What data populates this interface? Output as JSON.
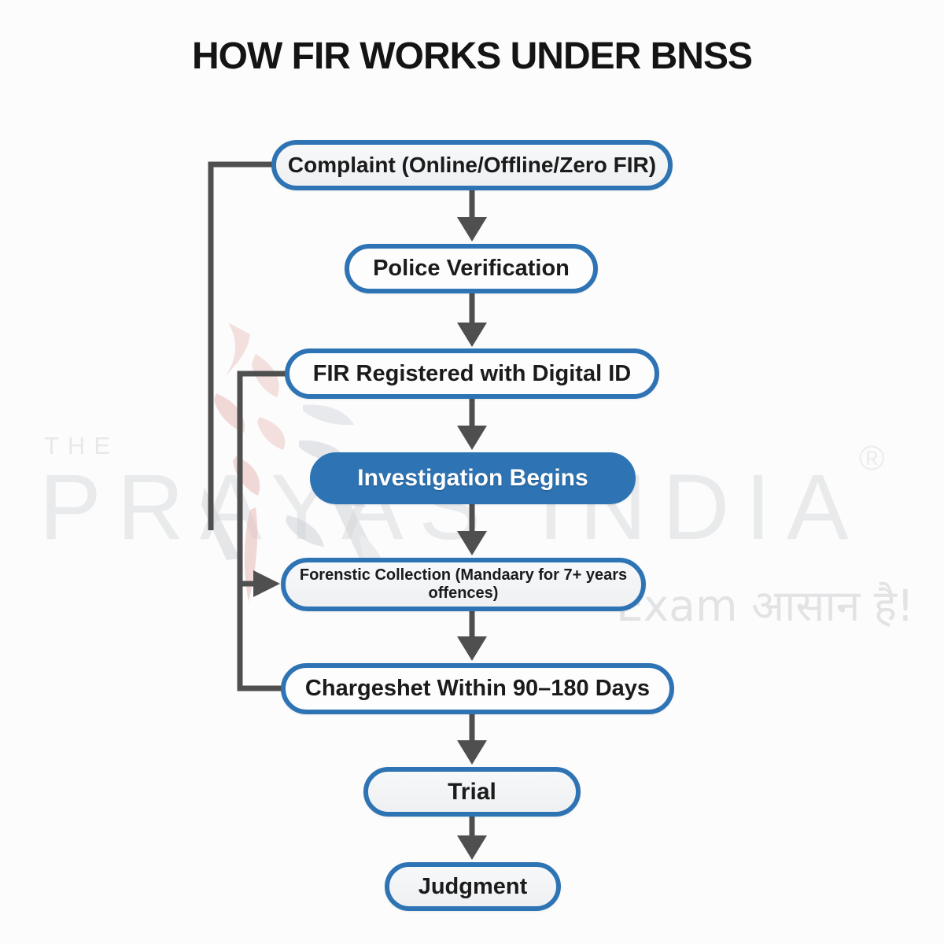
{
  "title": "HOW FIR WORKS UNDER BNSS",
  "colors": {
    "accent_blue": "#2e74b4",
    "node_fill_gray": "#f1f2f4",
    "node_fill_white": "#fdfdfe",
    "connector_gray": "#4f4f4f",
    "title_color": "#141414",
    "watermark_gray": "#e9eaeb",
    "watermark_red": "#eecbc8"
  },
  "nodes": [
    {
      "id": "complaint",
      "label": "Complaint (Online/Offline/Zero FIR)",
      "variant": "outline-gray"
    },
    {
      "id": "police",
      "label": "Police Verification",
      "variant": "outline-white"
    },
    {
      "id": "fir",
      "label": "FIR Registered with Digital ID",
      "variant": "outline-white"
    },
    {
      "id": "investigation",
      "label": "Investigation Begins",
      "variant": "filled-blue"
    },
    {
      "id": "forensic",
      "label": "Forenstic Collection (Mandaary for 7+ years offences)",
      "variant": "outline-gray"
    },
    {
      "id": "chargesheet",
      "label": "Chargeshet Within 90–180 Days",
      "variant": "outline-white"
    },
    {
      "id": "trial",
      "label": "Trial",
      "variant": "outline-gray"
    },
    {
      "id": "judgment",
      "label": "Judgment",
      "variant": "outline-gray"
    }
  ],
  "edges": [
    {
      "from": "complaint",
      "to": "police",
      "type": "arrow-down"
    },
    {
      "from": "police",
      "to": "fir",
      "type": "arrow-down"
    },
    {
      "from": "fir",
      "to": "investigation",
      "type": "arrow-down"
    },
    {
      "from": "investigation",
      "to": "forensic",
      "type": "arrow-down"
    },
    {
      "from": "forensic",
      "to": "chargesheet",
      "type": "arrow-down"
    },
    {
      "from": "chargesheet",
      "to": "trial",
      "type": "arrow-down"
    },
    {
      "from": "trial",
      "to": "judgment",
      "type": "arrow-down"
    },
    {
      "from": "complaint",
      "to": "open-end",
      "type": "left-loop-line"
    },
    {
      "from": "fir",
      "to": "forensic",
      "type": "left-branch-arrow"
    },
    {
      "from": "fir",
      "to": "chargesheet",
      "type": "left-branch-line"
    }
  ],
  "watermark": {
    "brand_top": "THE",
    "brand_main": "PRAYAS INDIA",
    "registered_mark": "®",
    "tagline": "Exam आसान है!"
  }
}
